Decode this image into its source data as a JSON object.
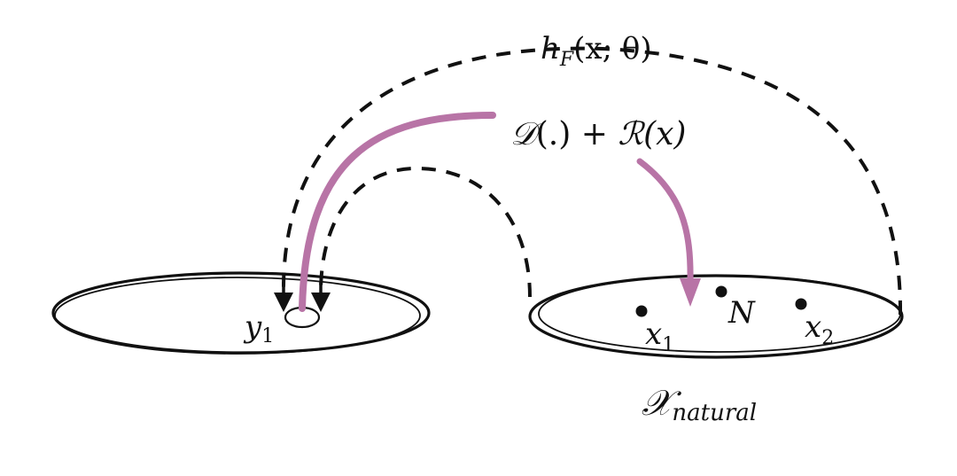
{
  "colors": {
    "ink": "#111111",
    "arrow_pink": "#b874a6",
    "background": "#ffffff"
  },
  "labels": {
    "mapping": {
      "func": "h",
      "sub": "F",
      "args": "(x; θ)"
    },
    "objective": {
      "d": "𝒟",
      "d_args": "(.)",
      "plus": " + ",
      "r": "ℛ",
      "r_args": "(x)"
    },
    "y1": {
      "base": "y",
      "sub": "1"
    },
    "x1": {
      "base": "x",
      "sub": "1"
    },
    "x2": {
      "base": "x",
      "sub": "2"
    },
    "n": "N",
    "space": {
      "base": "𝒳",
      "sub": "natural"
    }
  }
}
